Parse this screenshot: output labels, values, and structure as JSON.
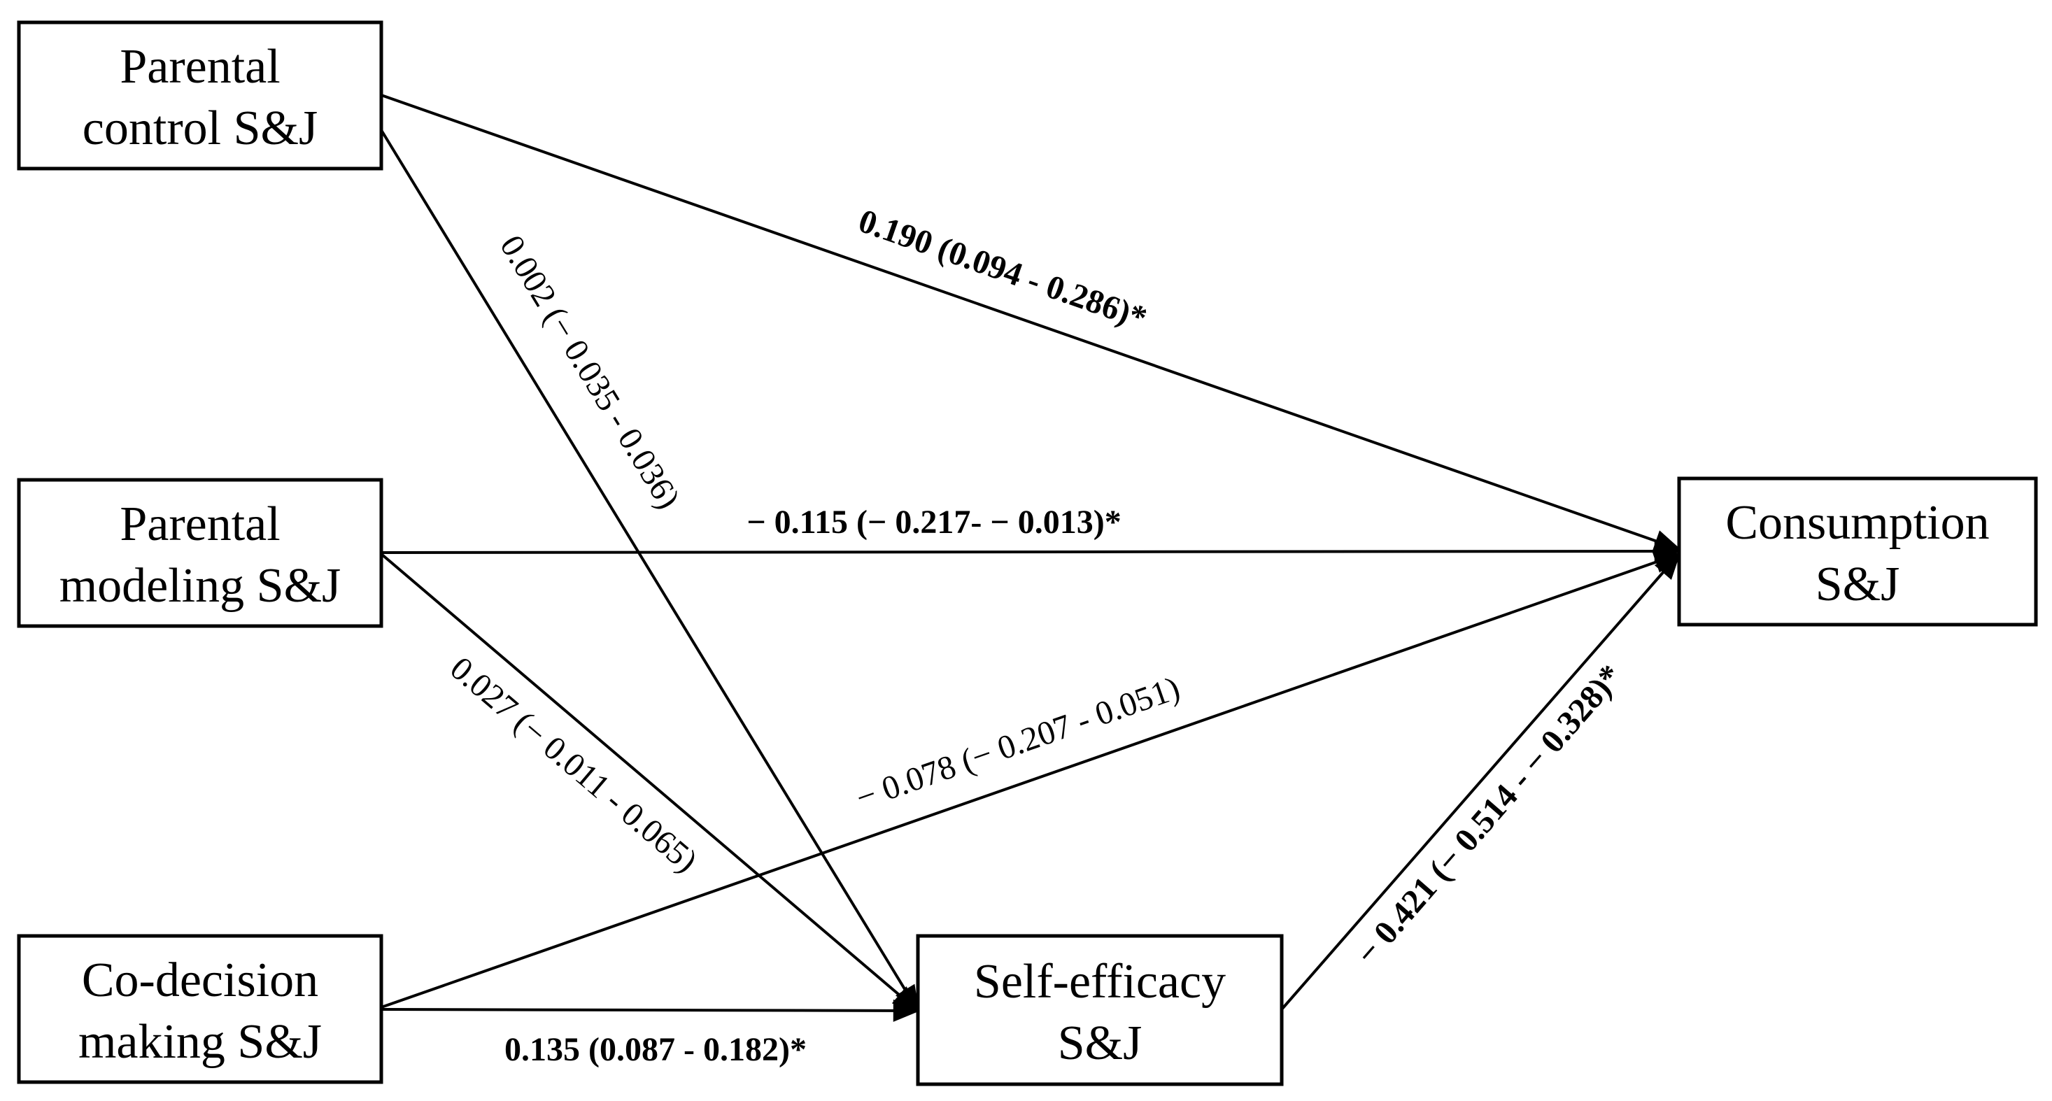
{
  "nodes": {
    "parental_control": {
      "line1": "Parental",
      "line2": "control S&J"
    },
    "parental_modeling": {
      "line1": "Parental",
      "line2": "modeling S&J"
    },
    "co_decision": {
      "line1": "Co-decision",
      "line2": "making S&J"
    },
    "self_efficacy": {
      "line1": "Self-efficacy",
      "line2": "S&J"
    },
    "consumption": {
      "line1": "Consumption",
      "line2": "S&J"
    }
  },
  "paths": {
    "control_to_consumption": "0.190 (0.094 - 0.286)*",
    "control_to_selfefficacy": "0.002 (− 0.035 - 0.036)",
    "modeling_to_consumption": "− 0.115 (− 0.217- − 0.013)*",
    "modeling_to_selfefficacy": "0.027 (− 0.011 - 0.065)",
    "codecision_to_consumption": "− 0.078 (− 0.207 - 0.051)",
    "codecision_to_selfefficacy": "0.135 (0.087 - 0.182)*",
    "selfefficacy_to_consumption": "− 0.421 (− 0.514 - − 0.328)*"
  },
  "colors": {
    "stroke": "#000000",
    "background": "#ffffff"
  }
}
